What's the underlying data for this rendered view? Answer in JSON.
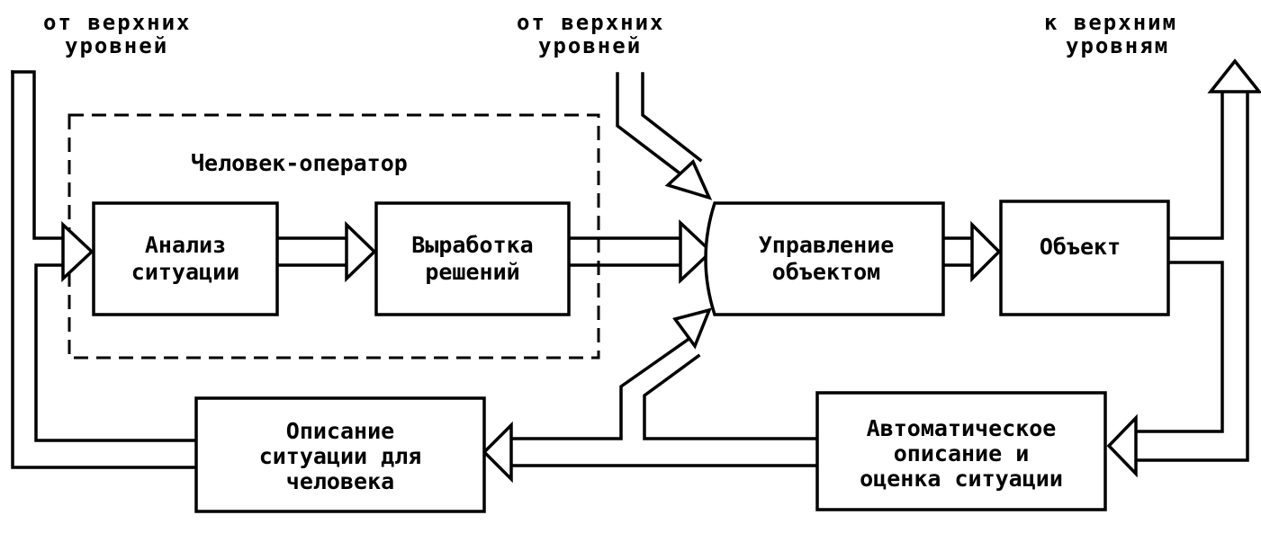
{
  "labels": {
    "from_upper_left": [
      "от верхних",
      "уровней"
    ],
    "from_upper_middle": [
      "от верхних",
      "уровней"
    ],
    "to_upper": [
      "к верхним",
      "уровням"
    ]
  },
  "group": {
    "title": "Человек-оператор"
  },
  "blocks": {
    "analysis": [
      "Анализ",
      "ситуации"
    ],
    "decision": [
      "Выработка",
      "решений"
    ],
    "control": [
      "Управление",
      "объектом"
    ],
    "object": [
      "Объект"
    ],
    "description": [
      "Описание",
      "ситуации для",
      "человека"
    ],
    "auto_description": [
      "Автоматическое",
      "описание и",
      "оценка ситуации"
    ]
  }
}
